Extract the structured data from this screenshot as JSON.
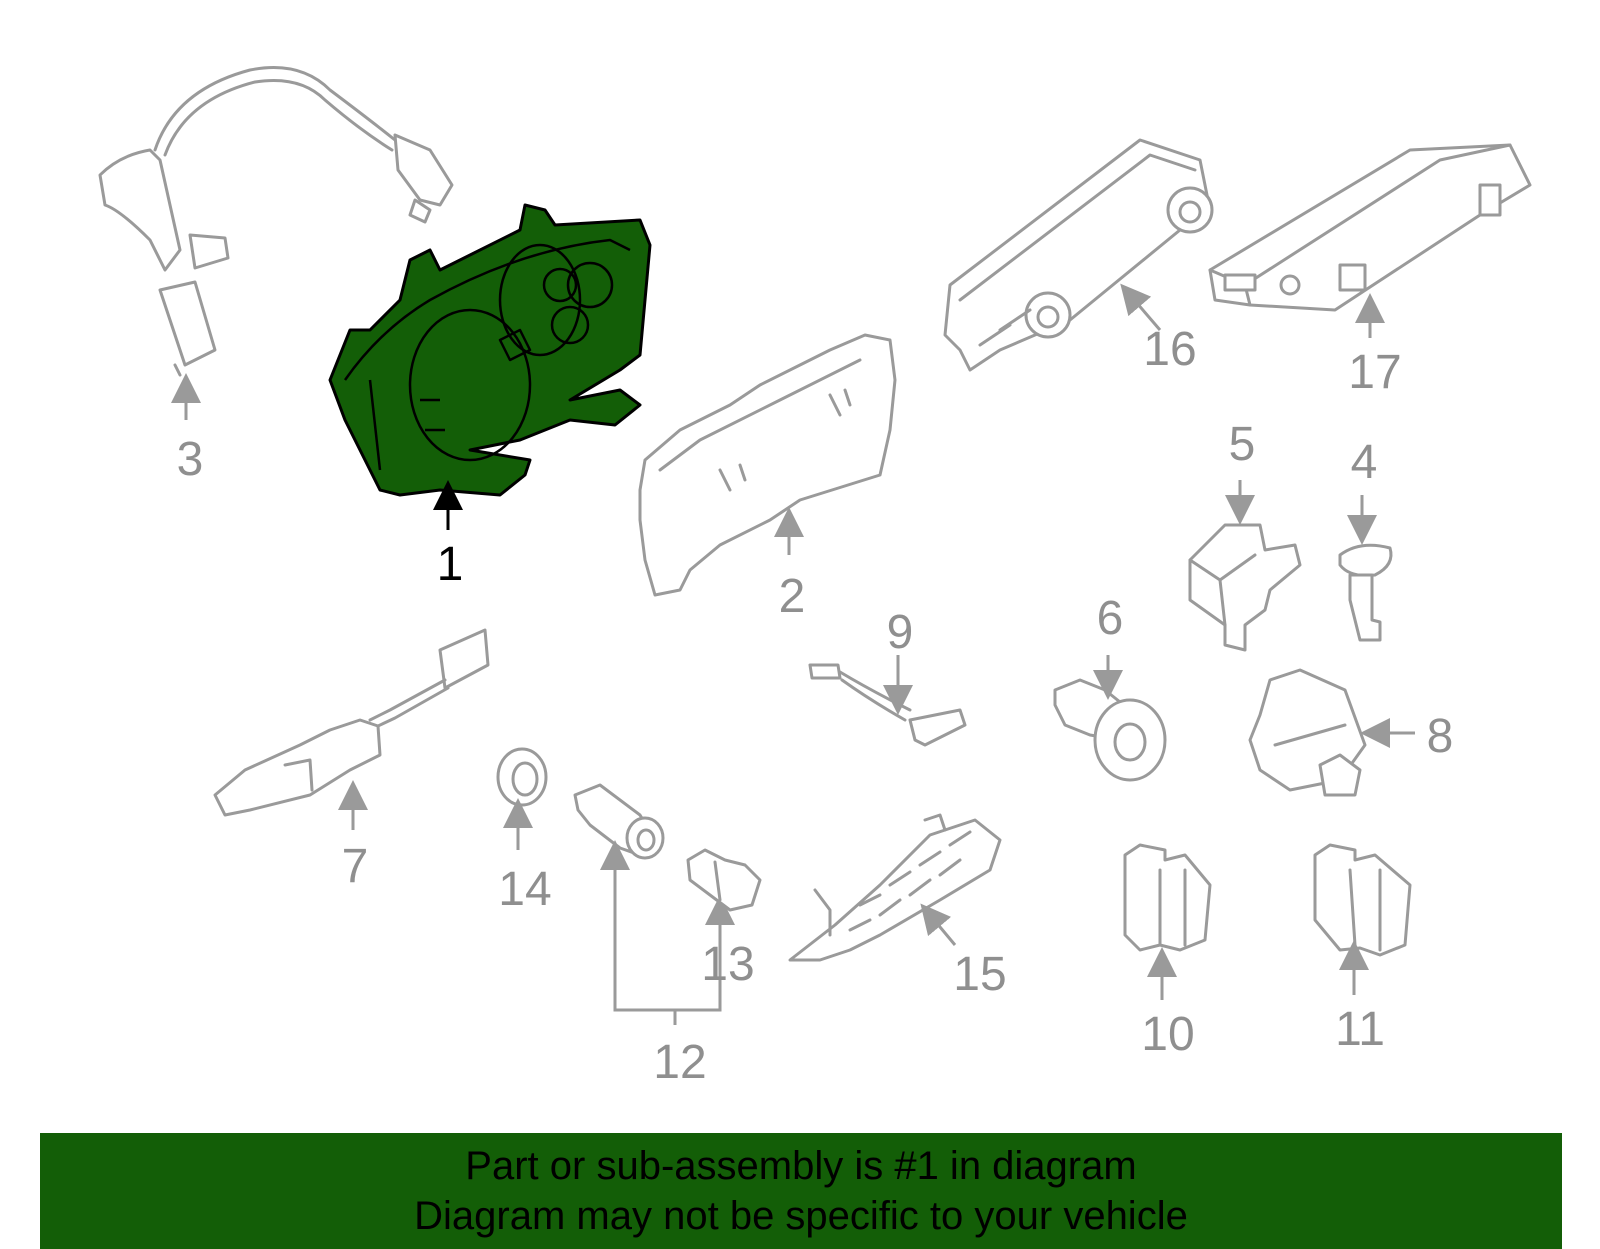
{
  "diagram": {
    "callouts": {
      "c1": "1",
      "c2": "2",
      "c3": "3",
      "c4": "4",
      "c5": "5",
      "c6": "6",
      "c7": "7",
      "c8": "8",
      "c9": "9",
      "c10": "10",
      "c11": "11",
      "c12": "12",
      "c13": "13",
      "c14": "14",
      "c15": "15",
      "c16": "16",
      "c17": "17"
    },
    "highlighted_part": "1",
    "highlight_color": "#135e07",
    "part_line_color": "#9a9a9a"
  },
  "banner": {
    "line1": "Part or sub-assembly is #1 in diagram",
    "line2": "Diagram may not be specific to your vehicle",
    "background": "#135e07"
  }
}
